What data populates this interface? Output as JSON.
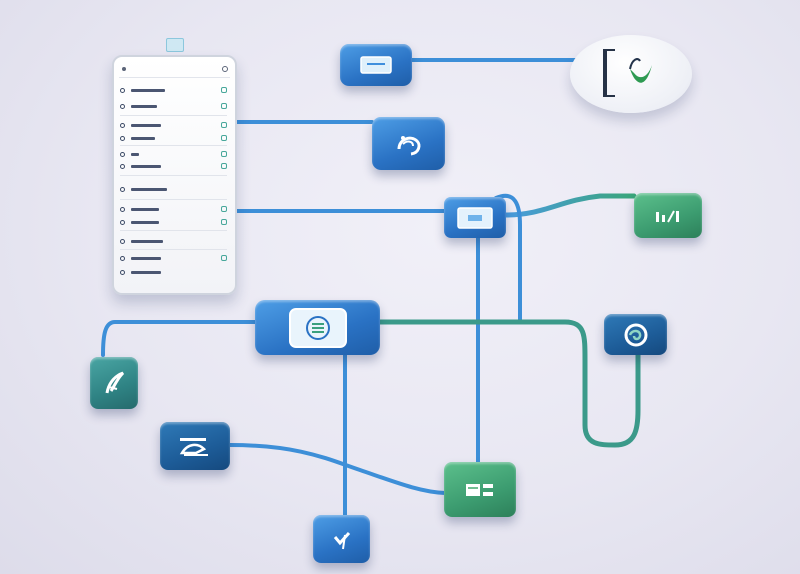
{
  "diagram": {
    "nodes": [
      {
        "id": "phone",
        "kind": "mobile-app-mockup",
        "icon": "phone-screen"
      },
      {
        "id": "top-monitor",
        "kind": "module",
        "icon": "monitor-icon",
        "color": "#3f8fdd"
      },
      {
        "id": "brand-oval",
        "kind": "logo",
        "icon": "green-swoosh-logo",
        "color": "#2e9a52"
      },
      {
        "id": "cloud-module",
        "kind": "module",
        "icon": "cloud-wave-icon",
        "color": "#2a78c8"
      },
      {
        "id": "screen-hub",
        "kind": "hub",
        "icon": "screen-icon",
        "color": "#4a9be0"
      },
      {
        "id": "analytics-module",
        "kind": "module",
        "icon": "bars-icon",
        "color": "#3aa06e"
      },
      {
        "id": "media-hub",
        "kind": "hub",
        "icon": "camera-icon",
        "color": "#3a88d8"
      },
      {
        "id": "swirl-module",
        "kind": "module",
        "icon": "swirl-icon",
        "color": "#1f5fa8"
      },
      {
        "id": "feather-module",
        "kind": "module",
        "icon": "feather-icon",
        "color": "#3a9e8a"
      },
      {
        "id": "payment-module",
        "kind": "module",
        "icon": "card-icon",
        "color": "#1f6aa8"
      },
      {
        "id": "chart-module",
        "kind": "module",
        "icon": "chart-icon",
        "color": "#43a86e"
      },
      {
        "id": "check-module",
        "kind": "module",
        "icon": "check-icon",
        "color": "#3a90e0"
      }
    ],
    "colors": {
      "connector": "#3f8fd6",
      "connector_dark": "#2a6fb5",
      "connector_green": "#3b9a7a",
      "background": "#ebeaf3"
    }
  }
}
